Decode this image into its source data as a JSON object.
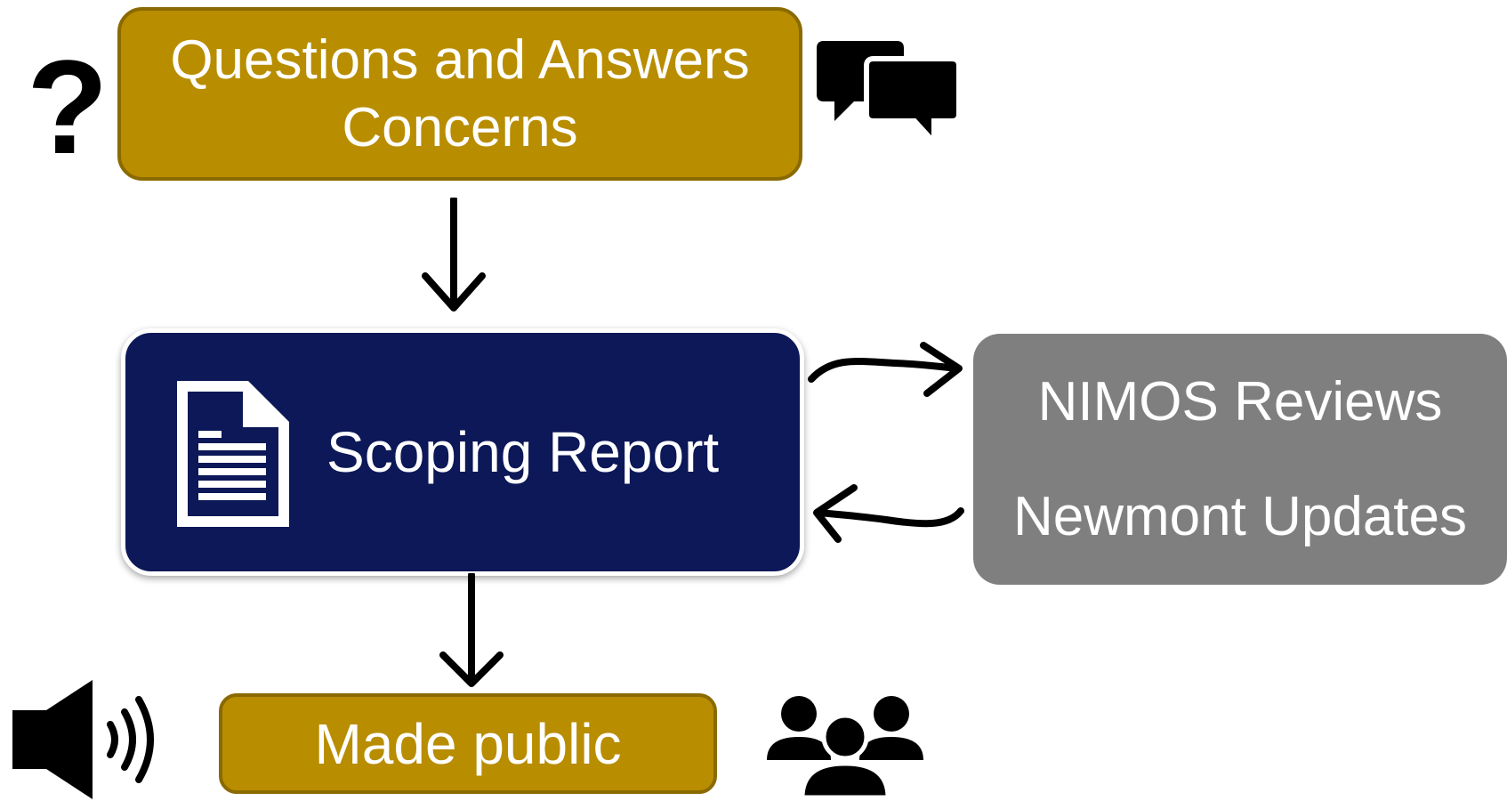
{
  "qa_box": {
    "line1": "Questions and Answers",
    "line2": "Concerns"
  },
  "scoping": {
    "label": "Scoping Report",
    "icon": "document-icon"
  },
  "review_box": {
    "line1": "NIMOS Reviews",
    "line2": "Newmont Updates"
  },
  "public_box": {
    "label": "Made public"
  },
  "icons": {
    "question": "?",
    "chat": "chat-bubbles-icon",
    "speaker": "speaker-icon",
    "people": "group-people-icon"
  },
  "colors": {
    "gold": "#b88d00",
    "navy": "#0c1857",
    "gray": "#7f7f7f"
  }
}
